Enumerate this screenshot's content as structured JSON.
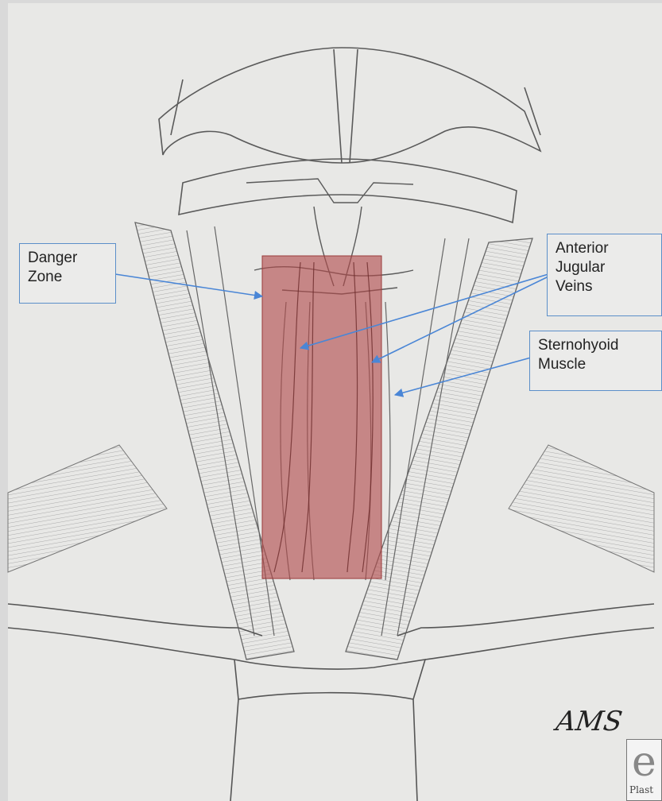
{
  "labels": {
    "danger_zone": [
      "Danger",
      "Zone"
    ],
    "anterior_jugular_veins": [
      "Anterior",
      "Jugular",
      "Veins"
    ],
    "sternohyoid_muscle": [
      "Sternohyoid",
      "Muscle"
    ]
  },
  "signature": "AMS",
  "logo": {
    "letter": "e",
    "text": "Plast"
  },
  "colors": {
    "label_border": "#5b8fc9",
    "arrow": "#4a86d6",
    "danger_zone_fill": "#b24a4a",
    "pencil": "#555555"
  }
}
